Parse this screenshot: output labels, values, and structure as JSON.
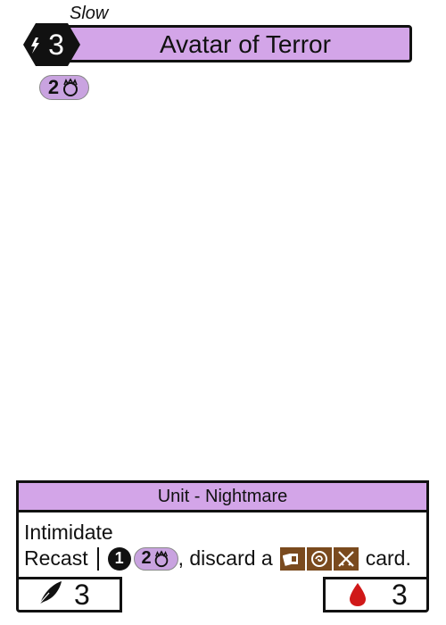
{
  "card": {
    "speed": "Slow",
    "cost": "3",
    "name": "Avatar of Terror",
    "resource_cost": "2",
    "type_line": "Unit - Nightmare",
    "rules": {
      "line1": "Intimidate",
      "recast_label": "Recast",
      "recast_energy": "1",
      "recast_resource": "2",
      "discard_text": ", discard a",
      "card_word": "card."
    },
    "stats": {
      "power": "3",
      "health": "3"
    }
  },
  "colors": {
    "accent_purple": "#d3a5e8",
    "symbol_brown": "#7a4a1e",
    "blood_red": "#d01818"
  },
  "icons": [
    "lightning-icon",
    "fire-ring-icon",
    "feather-icon",
    "blood-drop-icon",
    "cards-icon",
    "swirl-icon",
    "crossed-swords-icon"
  ]
}
